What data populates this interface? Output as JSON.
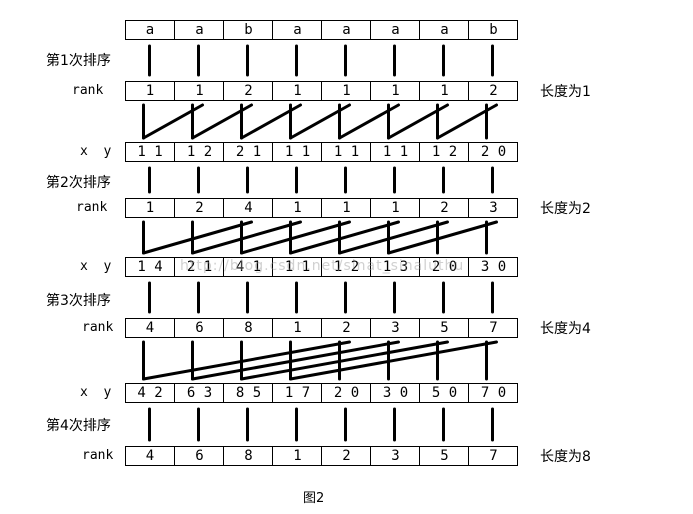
{
  "rows": [
    {
      "id": "chars",
      "label": "",
      "cells": [
        "a",
        "a",
        "b",
        "a",
        "a",
        "a",
        "a",
        "b"
      ],
      "right": ""
    },
    {
      "id": "rank1",
      "label": "rank",
      "cells": [
        "1",
        "1",
        "2",
        "1",
        "1",
        "1",
        "1",
        "2"
      ],
      "right": "长度为1"
    },
    {
      "id": "xy1",
      "label": "x  y",
      "cells": [
        "1 1",
        "1 2",
        "2 1",
        "1 1",
        "1 1",
        "1 1",
        "1 2",
        "2 0"
      ],
      "right": ""
    },
    {
      "id": "rank2",
      "label": "rank",
      "cells": [
        "1",
        "2",
        "4",
        "1",
        "1",
        "1",
        "2",
        "3"
      ],
      "right": "长度为2"
    },
    {
      "id": "xy2",
      "label": "x  y",
      "cells": [
        "1 4",
        "2 1",
        "4 1",
        "1 1",
        "1 2",
        "1 3",
        "2 0",
        "3 0"
      ],
      "right": ""
    },
    {
      "id": "rank3",
      "label": "rank",
      "cells": [
        "4",
        "6",
        "8",
        "1",
        "2",
        "3",
        "5",
        "7"
      ],
      "right": "长度为4"
    },
    {
      "id": "xy3",
      "label": "x  y",
      "cells": [
        "4 2",
        "6 3",
        "8 5",
        "1 7",
        "2 0",
        "3 0",
        "5 0",
        "7 0"
      ],
      "right": ""
    },
    {
      "id": "rank4",
      "label": "rank",
      "cells": [
        "4",
        "6",
        "8",
        "1",
        "2",
        "3",
        "5",
        "7"
      ],
      "right": "长度为8"
    }
  ],
  "pass_labels": [
    "第1次排序",
    "第2次排序",
    "第3次排序",
    "第4次排序"
  ],
  "watermark": "http://blog.csdn.net/sinat_sinaluthu",
  "caption": "图2"
}
